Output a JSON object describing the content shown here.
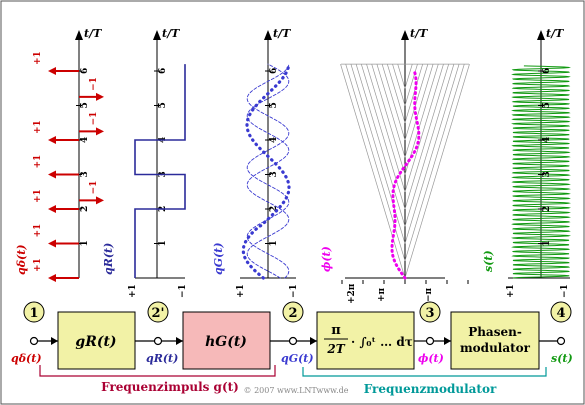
{
  "axis_label_time": "t/T",
  "time_ticks": [
    "1",
    "2",
    "3",
    "4",
    "5",
    "6"
  ],
  "columns": {
    "q_delta": {
      "ylabel": "qδ(t)",
      "impulse_labels": [
        "+1",
        "+1",
        "+1",
        "−1",
        "+1",
        "+1",
        "−1",
        "−1",
        "+1"
      ],
      "color": "#cc0000"
    },
    "q_R": {
      "ylabel": "qR(t)",
      "ticks": [
        "+1",
        "−1"
      ],
      "color": "#2b2b9a"
    },
    "q_G": {
      "ylabel": "qG(t)",
      "ticks": [
        "+1",
        "−1"
      ],
      "color": "#3a3ad0"
    },
    "phi": {
      "ylabel": "ϕ(t)",
      "ticks": [
        "+2π",
        "+π",
        "−π"
      ],
      "color": "#ee00ee"
    },
    "s": {
      "ylabel": "s(t)",
      "ticks": [
        "+1",
        "−1"
      ],
      "color": "#119911"
    }
  },
  "nodes": [
    "1",
    "2'",
    "2",
    "3",
    "4"
  ],
  "blocks": {
    "g_R": {
      "label": "gR(t)",
      "fill": "#f2f2a6"
    },
    "h_G": {
      "label": "hG(t)",
      "fill": "#f6b9b9"
    },
    "integrator": {
      "fraction_num": "π",
      "fraction_den": "2T",
      "body": "· ∫₀ᵗ … dτ",
      "fill": "#f2f2a6"
    },
    "modulator": {
      "line1": "Phasen-",
      "line2": "modulator",
      "fill": "#f2f2a6"
    }
  },
  "signal_labels": [
    "qδ(t)",
    "qR(t)",
    "qG(t)",
    "ϕ(t)",
    "s(t)"
  ],
  "brackets": {
    "frequenzimpuls": {
      "label": "Frequenzimpuls g(t)",
      "color": "#aa0033"
    },
    "frequenzmodulator": {
      "label": "Frequenzmodulator",
      "color": "#009999"
    }
  },
  "copyright": "© 2007 www.LNTwww.de"
}
